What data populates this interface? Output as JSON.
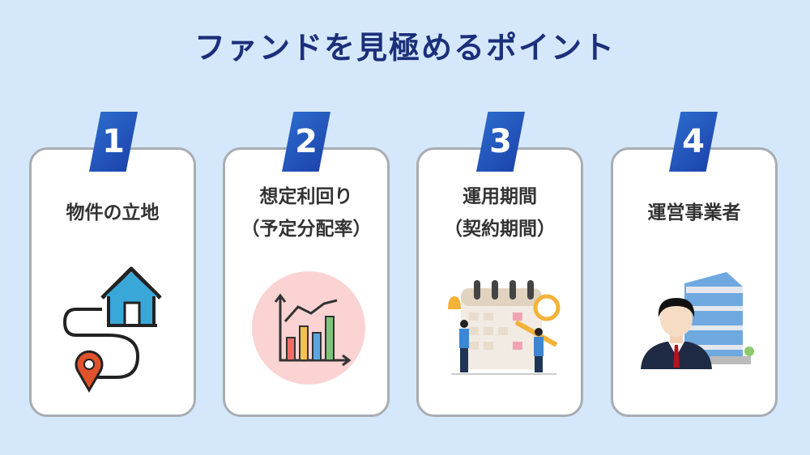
{
  "title": "ファンドを見極めるポイント",
  "points": [
    {
      "number": "1",
      "lines": [
        "物件の立地"
      ],
      "icon": "house-location-icon"
    },
    {
      "number": "2",
      "lines": [
        "想定利回り",
        "（予定分配率）"
      ],
      "icon": "bar-chart-icon"
    },
    {
      "number": "3",
      "lines": [
        "運用期間",
        "（契約期間）"
      ],
      "icon": "calendar-schedule-icon"
    },
    {
      "number": "4",
      "lines": [
        "運営事業者"
      ],
      "icon": "businessman-building-icon"
    }
  ],
  "colors": {
    "background": "#d5e8fb",
    "title": "#1c2f7a",
    "badge": "#1b3fa8",
    "card_border": "#a9adb2"
  }
}
